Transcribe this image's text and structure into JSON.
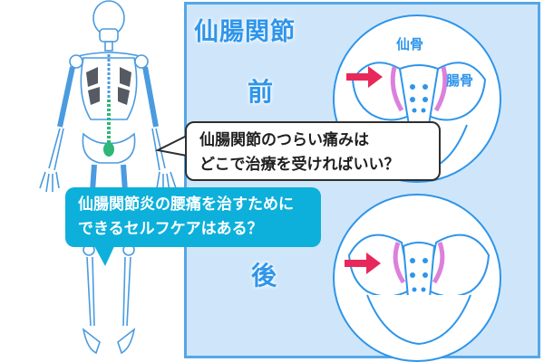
{
  "panel": {
    "title": "仙腸関節",
    "front_label": "前",
    "back_label": "後",
    "sacrum_label": "仙骨",
    "ilium_label": "腸骨"
  },
  "bubbles": [
    {
      "line1": "仙腸関節のつらい痛みは",
      "line2": "どこで治療を受ければいい？"
    },
    {
      "line1": "仙腸関節炎の腰痛を治すために",
      "line2": "できるセルフケアはある？"
    }
  ],
  "colors": {
    "accent": "#2e95ea",
    "panel_bg": "#cfe6fa",
    "bubble_teal": "#0db0db",
    "arrow": "#e8285a",
    "joint_highlight": "#d66ad6"
  }
}
